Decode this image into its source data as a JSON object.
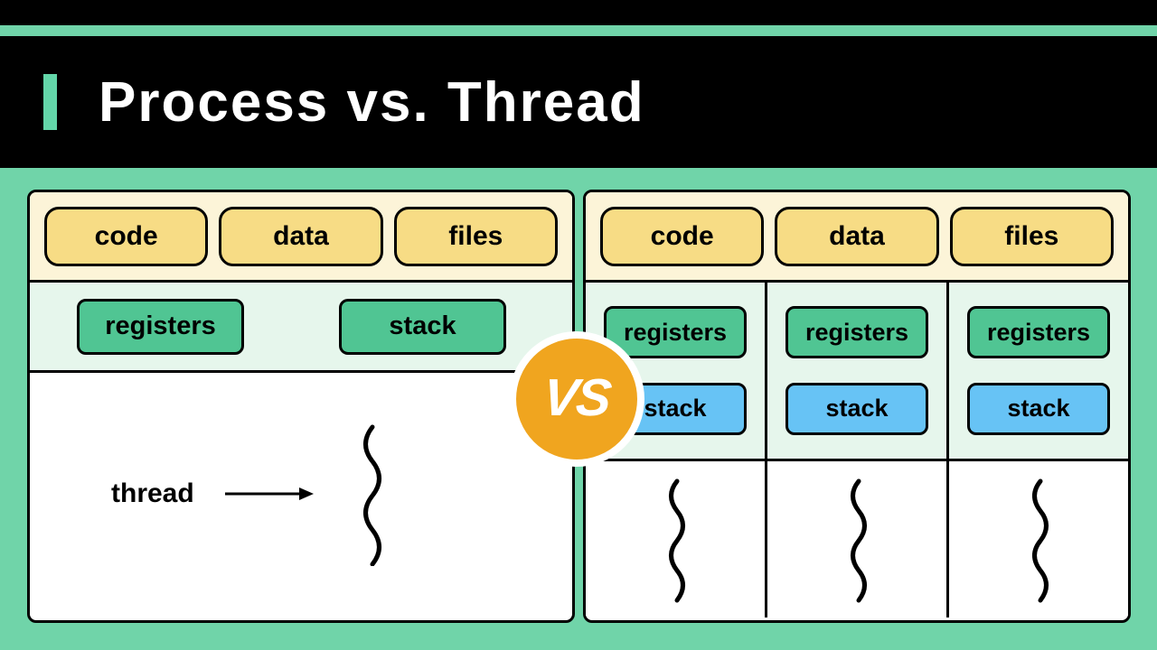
{
  "title": "Process vs. Thread",
  "badge": {
    "label": "VS"
  },
  "colors": {
    "background": "#70D4A9",
    "header": "#000000",
    "accent_bar": "#63D6A9",
    "resources_strip": "#FCF4D8",
    "resource_box": "#F7DC85",
    "registers_strip": "#E6F6EC",
    "registers_box": "#50C593",
    "stack_box_left": "#50C593",
    "stack_box_right": "#67C3F5",
    "badge_circle": "#F0A51F"
  },
  "process_panel": {
    "resources": [
      "code",
      "data",
      "files"
    ],
    "registers_label": "registers",
    "stack_label": "stack",
    "thread_label": "thread"
  },
  "thread_panel": {
    "resources": [
      "code",
      "data",
      "files"
    ],
    "columns": [
      {
        "registers": "registers",
        "stack": "stack"
      },
      {
        "registers": "registers",
        "stack": "stack"
      },
      {
        "registers": "registers",
        "stack": "stack"
      }
    ]
  }
}
